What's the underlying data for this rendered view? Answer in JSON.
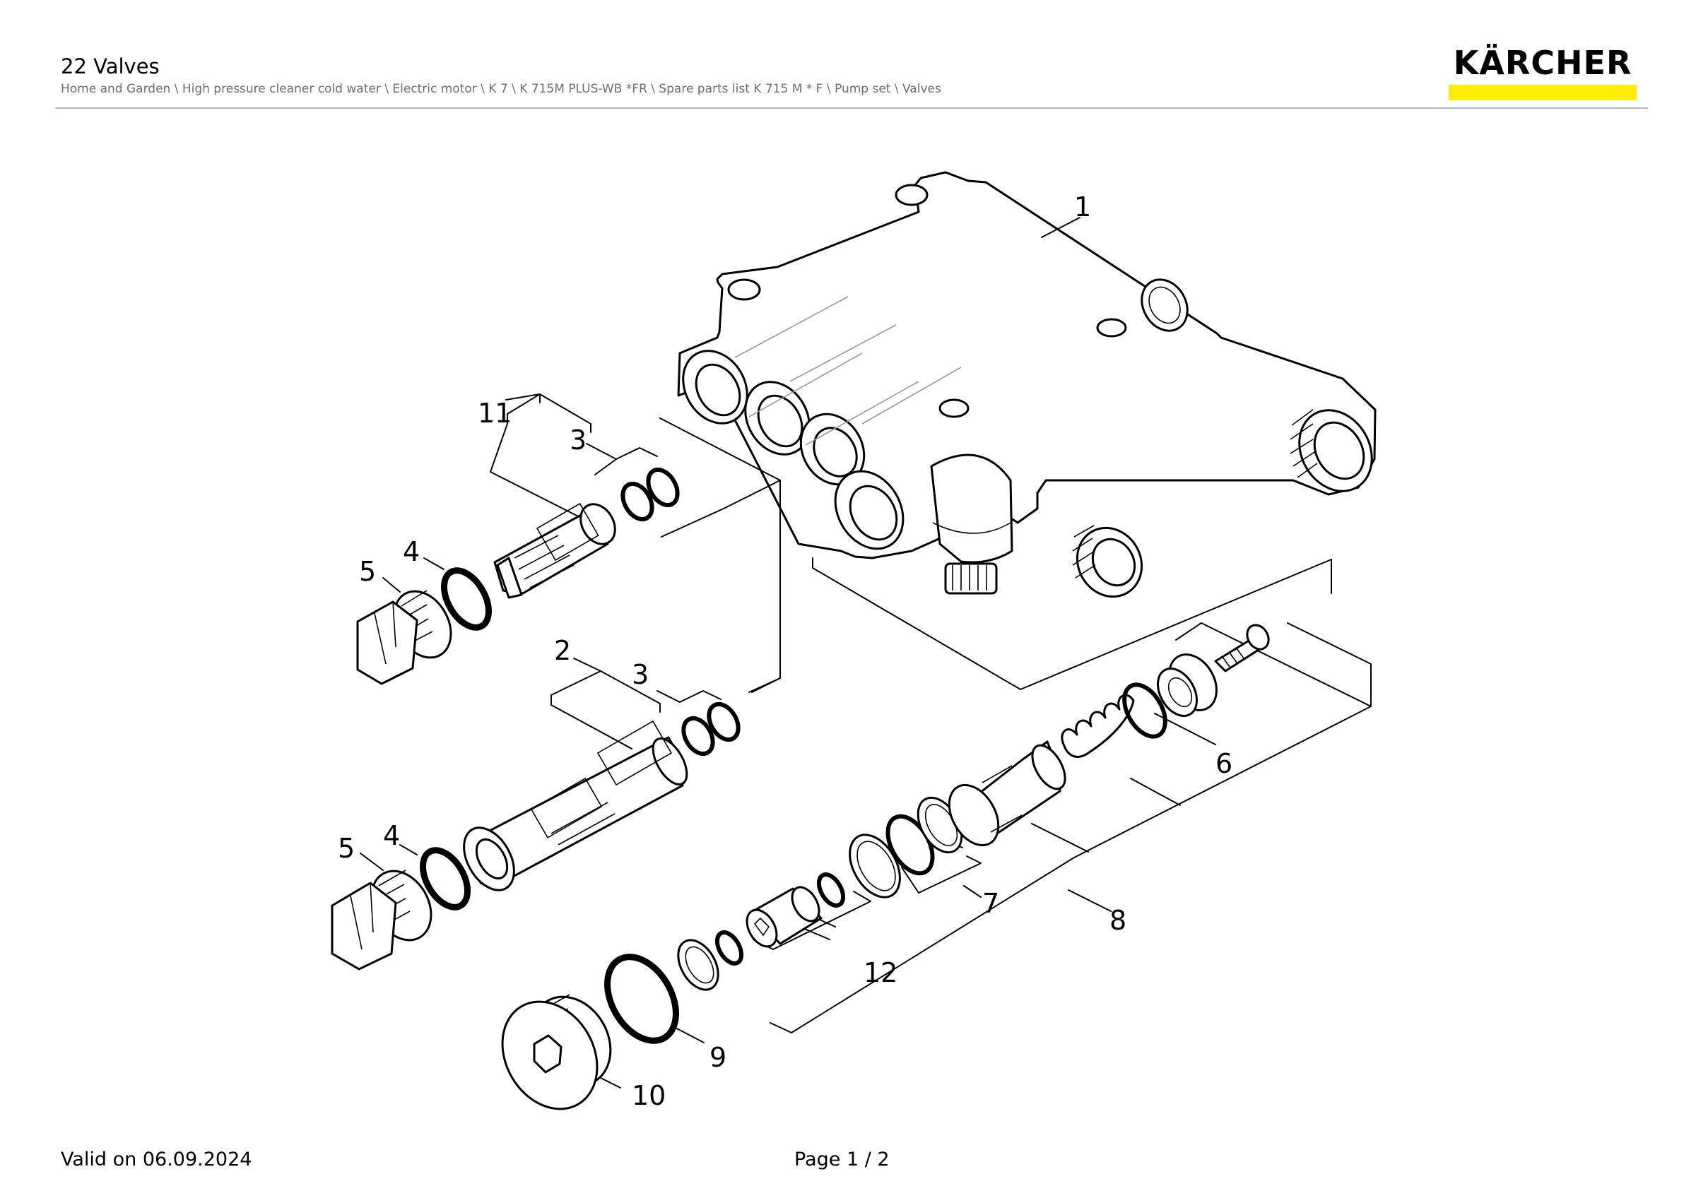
{
  "header": {
    "title": "22 Valves",
    "breadcrumb": "Home and Garden \\ High pressure cleaner cold water \\ Electric motor \\ K 7 \\ K 715M PLUS-WB *FR \\ Spare parts list K 715 M * F \\ Pump set \\ Valves"
  },
  "brand": {
    "name": "KÄRCHER",
    "bar_color": "#ffed00"
  },
  "diagram": {
    "callouts": {
      "c1": "1",
      "c2": "2",
      "c3a": "3",
      "c3b": "3",
      "c4a": "4",
      "c4b": "4",
      "c5a": "5",
      "c5b": "5",
      "c6": "6",
      "c7": "7",
      "c8": "8",
      "c9": "9",
      "c10": "10",
      "c11": "11",
      "c12": "12"
    }
  },
  "footer": {
    "valid": "Valid on 06.09.2024",
    "page": "Page 1 / 2"
  }
}
